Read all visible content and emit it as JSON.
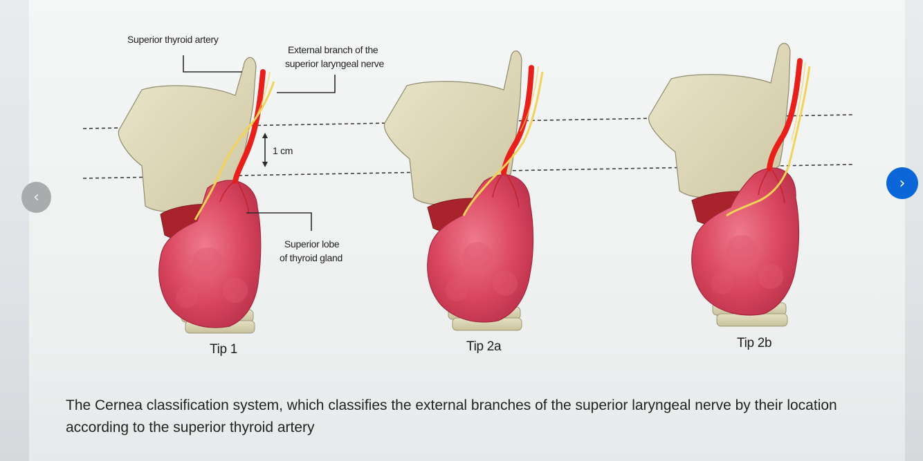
{
  "diagram": {
    "labels": {
      "artery": "Superior thyroid artery",
      "nerve_line1": "External branch of the",
      "nerve_line2": "superior laryngeal nerve",
      "distance": "1 cm",
      "lobe_line1": "Superior lobe",
      "lobe_line2": "of thyroid gland"
    },
    "tips": [
      "Tip 1",
      "Tip 2a",
      "Tip 2b"
    ],
    "colors": {
      "artery": "#e8201c",
      "nerve": "#f2d35a",
      "cartilage": "#dcd6b8",
      "gland": "#d9455e",
      "muscle": "#a8232b"
    }
  },
  "caption": "The Cernea classification system, which classifies the external branches of the superior laryngeal nerve by their location according to the superior thyroid artery",
  "navigation": {
    "prev_icon": "‹",
    "next_icon": "›",
    "accent": "#0b67d8"
  }
}
